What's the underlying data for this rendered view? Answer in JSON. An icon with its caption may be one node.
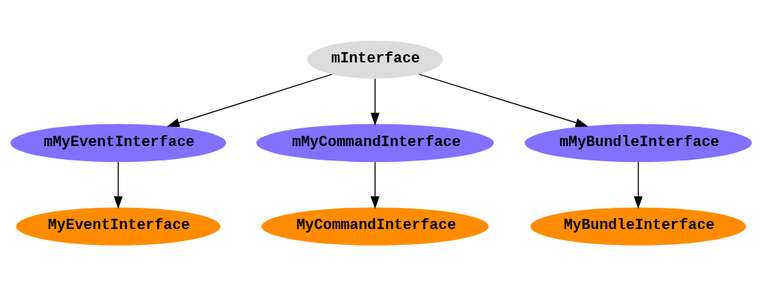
{
  "diagram": {
    "nodes": [
      {
        "text": [
          "mInterface"
        ]
      },
      {
        "text": [
          "mMyEventInterface"
        ]
      },
      {
        "text": [
          "mMyCommandInterface"
        ]
      },
      {
        "text": [
          "mMyBundleInterface"
        ]
      },
      {
        "text": [
          "MyEventInterface"
        ]
      },
      {
        "text": [
          "MyCommandInterface"
        ]
      },
      {
        "text": [
          "MyBundleInterface"
        ]
      }
    ],
    "edges": [
      {
        "from": 0,
        "to": 1,
        "arrow": "to"
      },
      {
        "from": 0,
        "to": 2,
        "arrow": "to"
      },
      {
        "from": 0,
        "to": 3,
        "arrow": "to"
      },
      {
        "from": 1,
        "to": 4,
        "arrow": "to"
      },
      {
        "from": 2,
        "to": 5,
        "arrow": "to"
      },
      {
        "from": 3,
        "to": 6,
        "arrow": "to"
      }
    ]
  }
}
